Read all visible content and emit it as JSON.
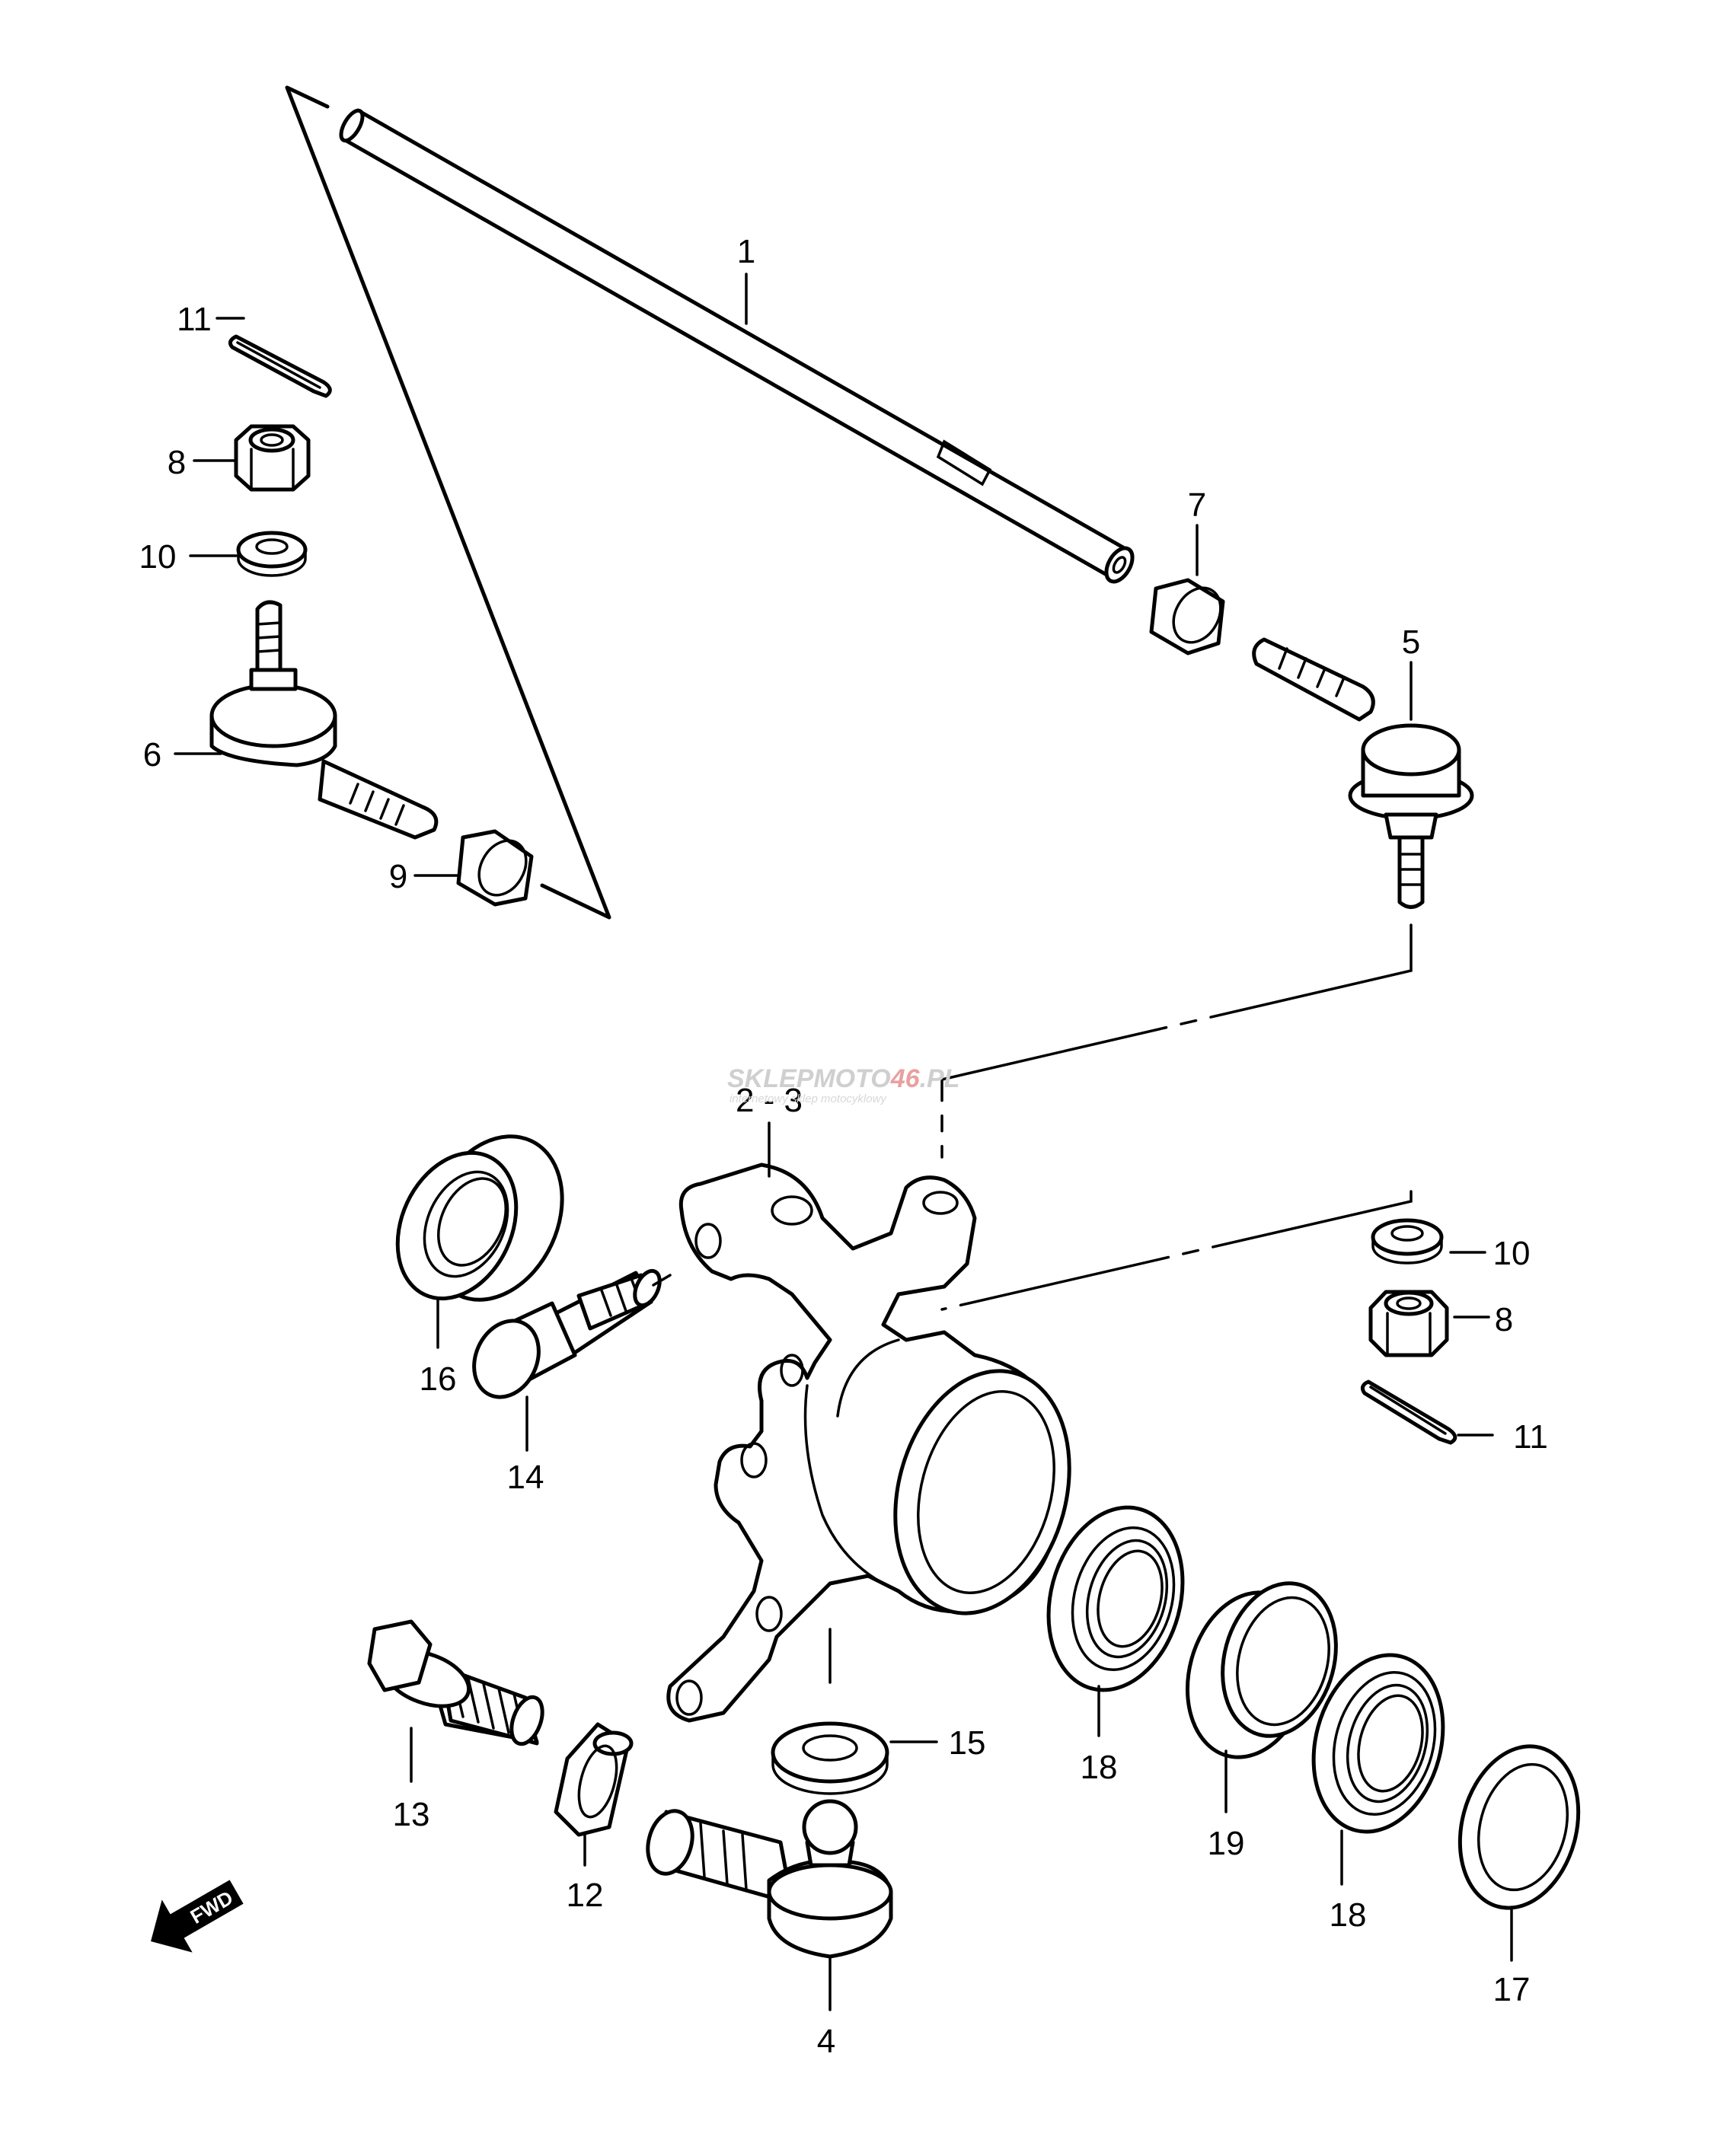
{
  "labels": {
    "p1": "1",
    "p2_3": "2 - 3",
    "p4": "4",
    "p5": "5",
    "p6": "6",
    "p7": "7",
    "p8a": "8",
    "p8b": "8",
    "p9": "9",
    "p10a": "10",
    "p10b": "10",
    "p11a": "11",
    "p11b": "11",
    "p12": "12",
    "p13": "13",
    "p14": "14",
    "p15": "15",
    "p16": "16",
    "p17": "17",
    "p18a": "18",
    "p18b": "18",
    "p19": "19"
  },
  "direction_badge": "FWD",
  "watermark": {
    "brand_prefix": "SKLEPMOTO",
    "brand_number": "46",
    "brand_suffix": ".PL",
    "tagline": "internetowy sklep motocyklowy"
  }
}
